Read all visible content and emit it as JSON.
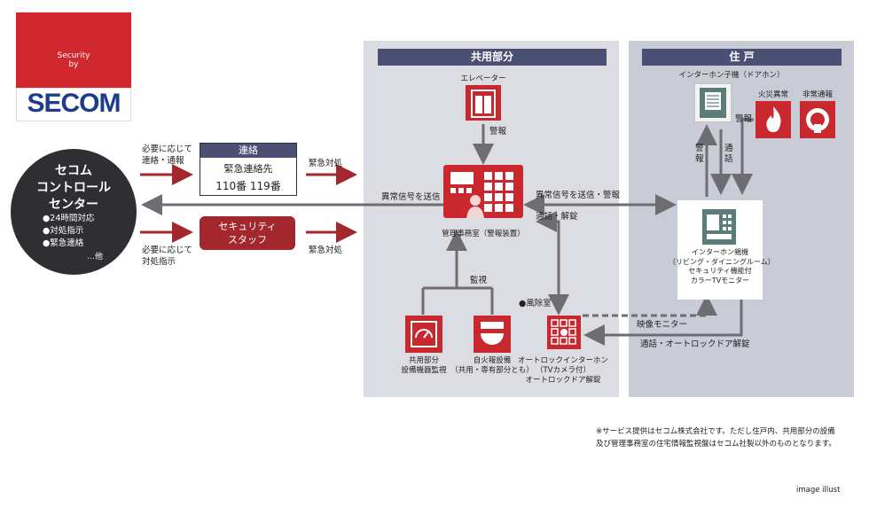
{
  "logo": {
    "security_by": "Security\nby",
    "brand": "SECOM"
  },
  "control_center": {
    "title": "セコム\nコントロール\nセンター",
    "items": [
      "●24時間対応",
      "●対処指示",
      "●緊急連絡"
    ],
    "other": "…他"
  },
  "flow": {
    "top_left_label": "必要に応じて\n連絡・通報",
    "bottom_left_label": "必要に応じて\n対処指示",
    "emergency_1": "緊急対処",
    "emergency_2": "緊急対処",
    "contact_header": "連絡",
    "contact_line1": "緊急連絡先",
    "contact_line2": "110番 119番",
    "staff": "セキュリティ\nスタッフ",
    "abnormal_signal_send": "異常信号を送信",
    "abnormal_signal_alarm": "異常信号を送信・警報",
    "talk_unlock": "通話・解錠",
    "alarm": "警報",
    "monitor": "監視",
    "wind_room": "●風除室",
    "video_monitor": "映像モニター",
    "talk_autolock": "通話・オートロックドア解錠"
  },
  "common_area": {
    "header": "共用部分",
    "elevator": "エレベーター",
    "office": "管理事務室（警報装置）",
    "equipment": "共用部分\n設備機器監視",
    "fire_alarm": "自火報設備\n（共用・専有部分とも）",
    "autolock": "オートロックインターホン\n（TVカメラ付）\nオートロックドア解錠"
  },
  "residence": {
    "header": "住 戸",
    "door_phone": "インターホン子機（ドアホン）",
    "fire": "火災異常",
    "emergency_call": "非常通報",
    "alarm_a": "警\n報",
    "talk_a": "通\n話",
    "alarm_b": "警報",
    "main_unit": "インターホン親機\n（リビング・ダイニングルーム）\nセキュリティ機能付\nカラーTVモニター"
  },
  "footnote": "※サービス提供はセコム株式会社です。ただし住戸内、共用部分の設備\n及び管理事務室の住宅情報監視盤はセコム社製以外のものとなります。",
  "image_note": "image illust",
  "colors": {
    "red": "#c8282e",
    "dark_red": "#a3282d",
    "navy": "#4b4f73",
    "teal": "#5b7d7a",
    "panel": "#dcdde3"
  }
}
